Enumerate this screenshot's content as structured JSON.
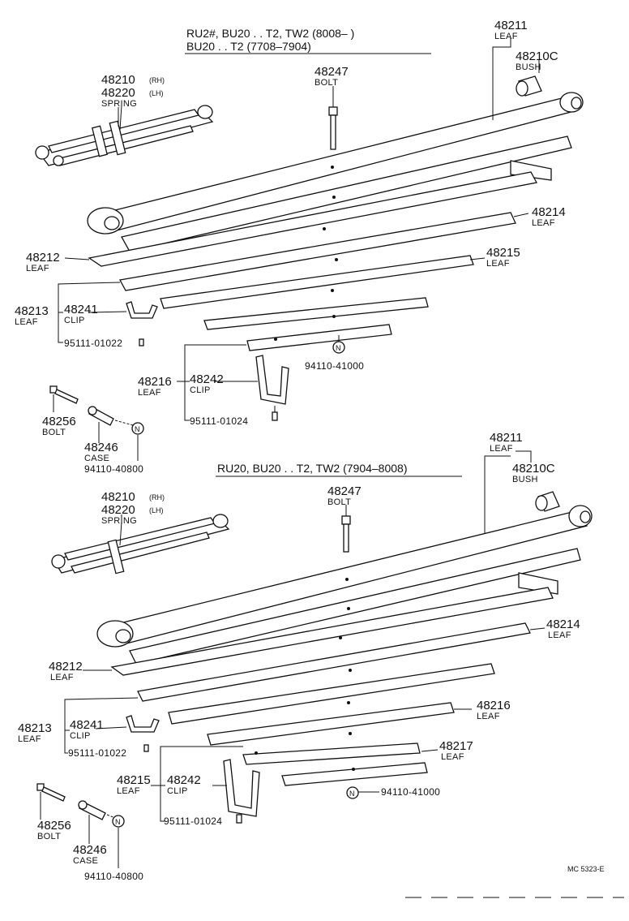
{
  "diagram": {
    "upper": {
      "header_line1": "RU2#, BU20 . . T2, TW2 (8008–        )",
      "header_line2": "BU20 . . T2 (7708–7904)",
      "parts": {
        "p48211": {
          "num": "48211",
          "name": "LEAF"
        },
        "p48210C": {
          "num": "48210C",
          "name": "BUSH"
        },
        "p48247": {
          "num": "48247",
          "name": "BOLT"
        },
        "p48210": {
          "num": "48210",
          "side": "(RH)"
        },
        "p48220": {
          "num": "48220",
          "side": "(LH)",
          "name": "SPRING"
        },
        "p48214": {
          "num": "48214",
          "name": "LEAF"
        },
        "p48212": {
          "num": "48212",
          "name": "LEAF"
        },
        "p48215": {
          "num": "48215",
          "name": "LEAF"
        },
        "p48213": {
          "num": "48213",
          "name": "LEAF"
        },
        "p48241": {
          "num": "48241",
          "name": "CLIP"
        },
        "p95111a": {
          "num": "95111-01022"
        },
        "p94110a": {
          "num": "94110-41000"
        },
        "p48216": {
          "num": "48216",
          "name": "LEAF"
        },
        "p48242": {
          "num": "48242",
          "name": "CLIP"
        },
        "p95111b": {
          "num": "95111-01024"
        },
        "p48256": {
          "num": "48256",
          "name": "BOLT"
        },
        "p48246": {
          "num": "48246",
          "name": "CASE"
        },
        "p94110b": {
          "num": "94110-40800"
        }
      }
    },
    "lower": {
      "header": "RU20, BU20 . . T2, TW2 (7904–8008)",
      "parts": {
        "p48211": {
          "num": "48211",
          "name": "LEAF"
        },
        "p48210C": {
          "num": "48210C",
          "name": "BUSH"
        },
        "p48247": {
          "num": "48247",
          "name": "BOLT"
        },
        "p48210": {
          "num": "48210",
          "side": "(RH)"
        },
        "p48220": {
          "num": "48220",
          "side": "(LH)",
          "name": "SPRING"
        },
        "p48214": {
          "num": "48214",
          "name": "LEAF"
        },
        "p48212": {
          "num": "48212",
          "name": "LEAF"
        },
        "p48216": {
          "num": "48216",
          "name": "LEAF"
        },
        "p48213": {
          "num": "48213",
          "name": "LEAF"
        },
        "p48241": {
          "num": "48241",
          "name": "CLIP"
        },
        "p95111a": {
          "num": "95111-01022"
        },
        "p48217": {
          "num": "48217",
          "name": "LEAF"
        },
        "p48215": {
          "num": "48215",
          "name": "LEAF"
        },
        "p48242": {
          "num": "48242",
          "name": "CLIP"
        },
        "p94110a": {
          "num": "94110-41000"
        },
        "p95111b": {
          "num": "95111-01024"
        },
        "p48256": {
          "num": "48256",
          "name": "BOLT"
        },
        "p48246": {
          "num": "48246",
          "name": "CASE"
        },
        "p94110b": {
          "num": "94110-40800"
        }
      }
    },
    "nut_symbol": "N",
    "figure_code": "MC 5323-E"
  }
}
